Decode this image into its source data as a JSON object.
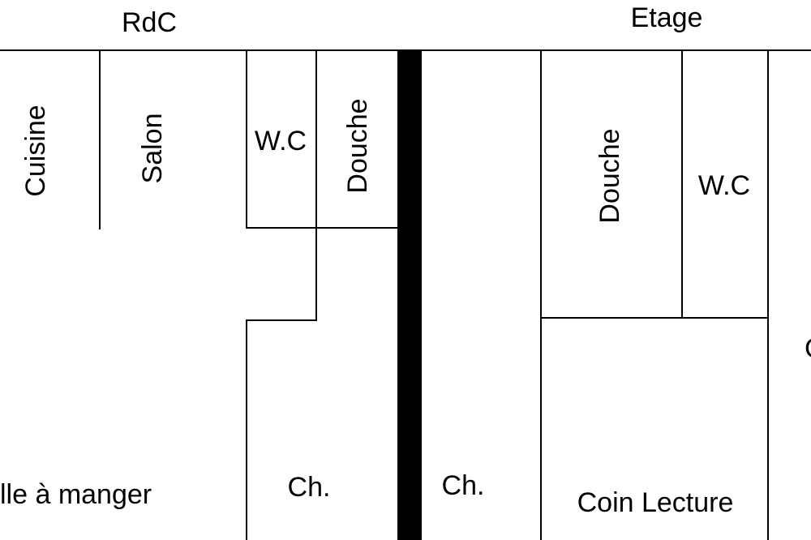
{
  "floors": {
    "ground": {
      "title": "RdC"
    },
    "upper": {
      "title": "Etage"
    }
  },
  "rooms": {
    "ground": {
      "cuisine": "Cuisine",
      "salon": "Salon",
      "wc": "W.C",
      "douche": "Douche",
      "salle_a_manger": "lle à manger",
      "chambre": "Ch."
    },
    "upper": {
      "chambre": "Ch.",
      "douche": "Douche",
      "wc": "W.C",
      "coin_lecture": "Coin Lecture",
      "cut_label": "C"
    }
  },
  "colors": {
    "wall": "#000000",
    "background": "#ffffff"
  }
}
